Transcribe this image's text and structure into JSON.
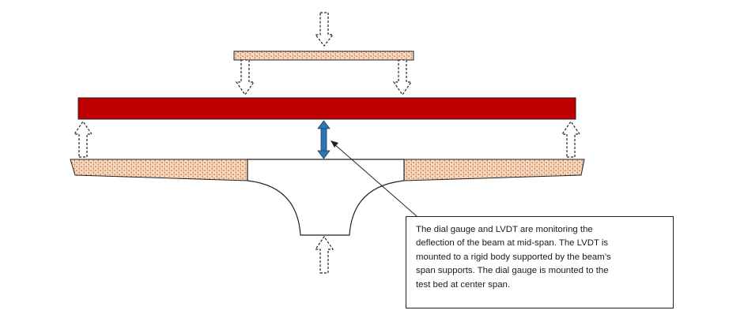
{
  "callout": {
    "lines": [
      "The dial gauge and LVDT are monitoring the",
      "deflection of the beam at mid-span. The LVDT is",
      "mounted to a rigid body supported by the beam’s",
      "span supports. The dial gauge is mounted to the",
      "test bed at center span."
    ]
  },
  "colors": {
    "beam": "#c00000",
    "beam_outline": "#222222",
    "speckle_fill": "#f3dcc6",
    "speckle_dot": "#e07030",
    "gauge": "#2e75b6",
    "outline": "#222222"
  }
}
